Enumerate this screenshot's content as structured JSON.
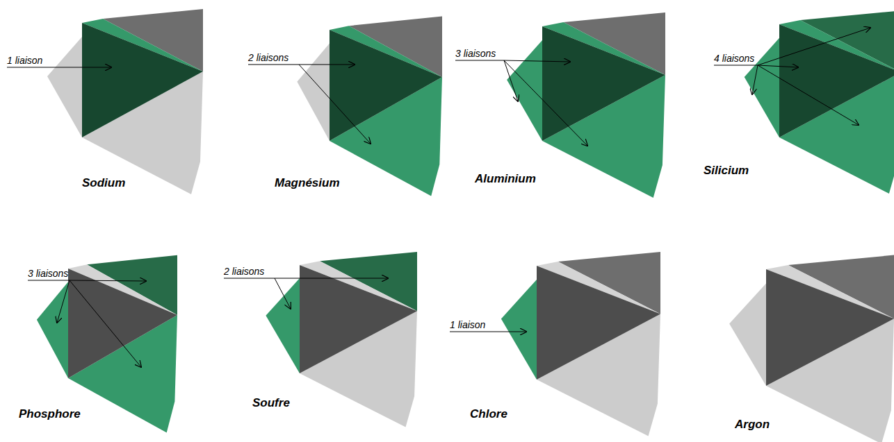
{
  "diagram": {
    "labels": [
      "1 liaison",
      "Sodium",
      "2 liaisons",
      "Magnésium",
      "3 liaisons",
      "Aluminium",
      "4 liaisons",
      "Silicium",
      "3 liaisons",
      "Phosphore",
      "2 liaisons",
      "Soufre",
      "1 liaison",
      "Chlore",
      "Argon"
    ]
  }
}
